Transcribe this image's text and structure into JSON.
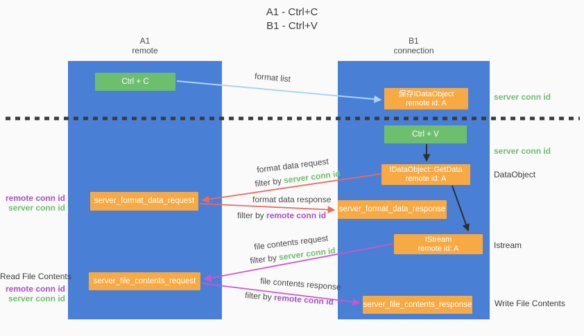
{
  "title": {
    "line1": "A1 - Ctrl+C",
    "line2": "B1 - Ctrl+V"
  },
  "lanes": {
    "left": {
      "name": "A1",
      "subtitle": "remote"
    },
    "right": {
      "name": "B1",
      "subtitle": "connection"
    }
  },
  "nodes": {
    "ctrl_c": "Ctrl + C",
    "ctrl_v": "Ctrl + V",
    "save_dataobject": {
      "line1": "保存IDataObject",
      "line2": "remote id: A"
    },
    "getdata": {
      "line1": "IDataObject::GetData",
      "line2": "remote id: A"
    },
    "istream": {
      "line1": "IStream",
      "line2": "remote id: A"
    },
    "format_request": "server_format_data_request",
    "format_response": "server_format_data_response",
    "file_request": "server_file_contents_request",
    "file_response": "server_file_contents_response"
  },
  "arrow_labels": {
    "format_list": "format list",
    "format_data_request": "format data request",
    "format_data_request_filter": "filter by ",
    "format_data_request_filter_key": "server conn id",
    "format_data_response": "format data response",
    "format_data_response_filter": "filter by ",
    "format_data_response_filter_key": "remote conn id",
    "file_contents_request": "file contents request",
    "file_contents_request_filter": "filter by ",
    "file_contents_request_filter_key": "server conn id",
    "file_contents_response": "file contents response",
    "file_contents_response_filter": "filter by ",
    "file_contents_response_filter_key": "remote conn id"
  },
  "side_labels": {
    "right_server_conn_1": "server conn id",
    "right_server_conn_2": "server conn id",
    "right_dataobject": "DataObject",
    "right_istream": "Istream",
    "right_write_file": "Write File Contents",
    "left_remote_conn_1": "remote conn id",
    "left_server_conn_1": "server conn id",
    "left_read_file": "Read File Contents",
    "left_remote_conn_2": "remote conn id",
    "left_server_conn_2": "server conn id"
  },
  "colors": {
    "lane_blue": "#4a7fd6",
    "box_green": "#6dbf6e",
    "box_orange": "#f7a943",
    "text_green": "#6dbf6e",
    "text_purple": "#a552c0",
    "arrow_red": "#ee6a5f",
    "arrow_magenta": "#cf54cd",
    "arrow_blue": "#aad4f1",
    "arrow_black": "#2f2f2f",
    "text_dark": "#3c3c3c"
  }
}
